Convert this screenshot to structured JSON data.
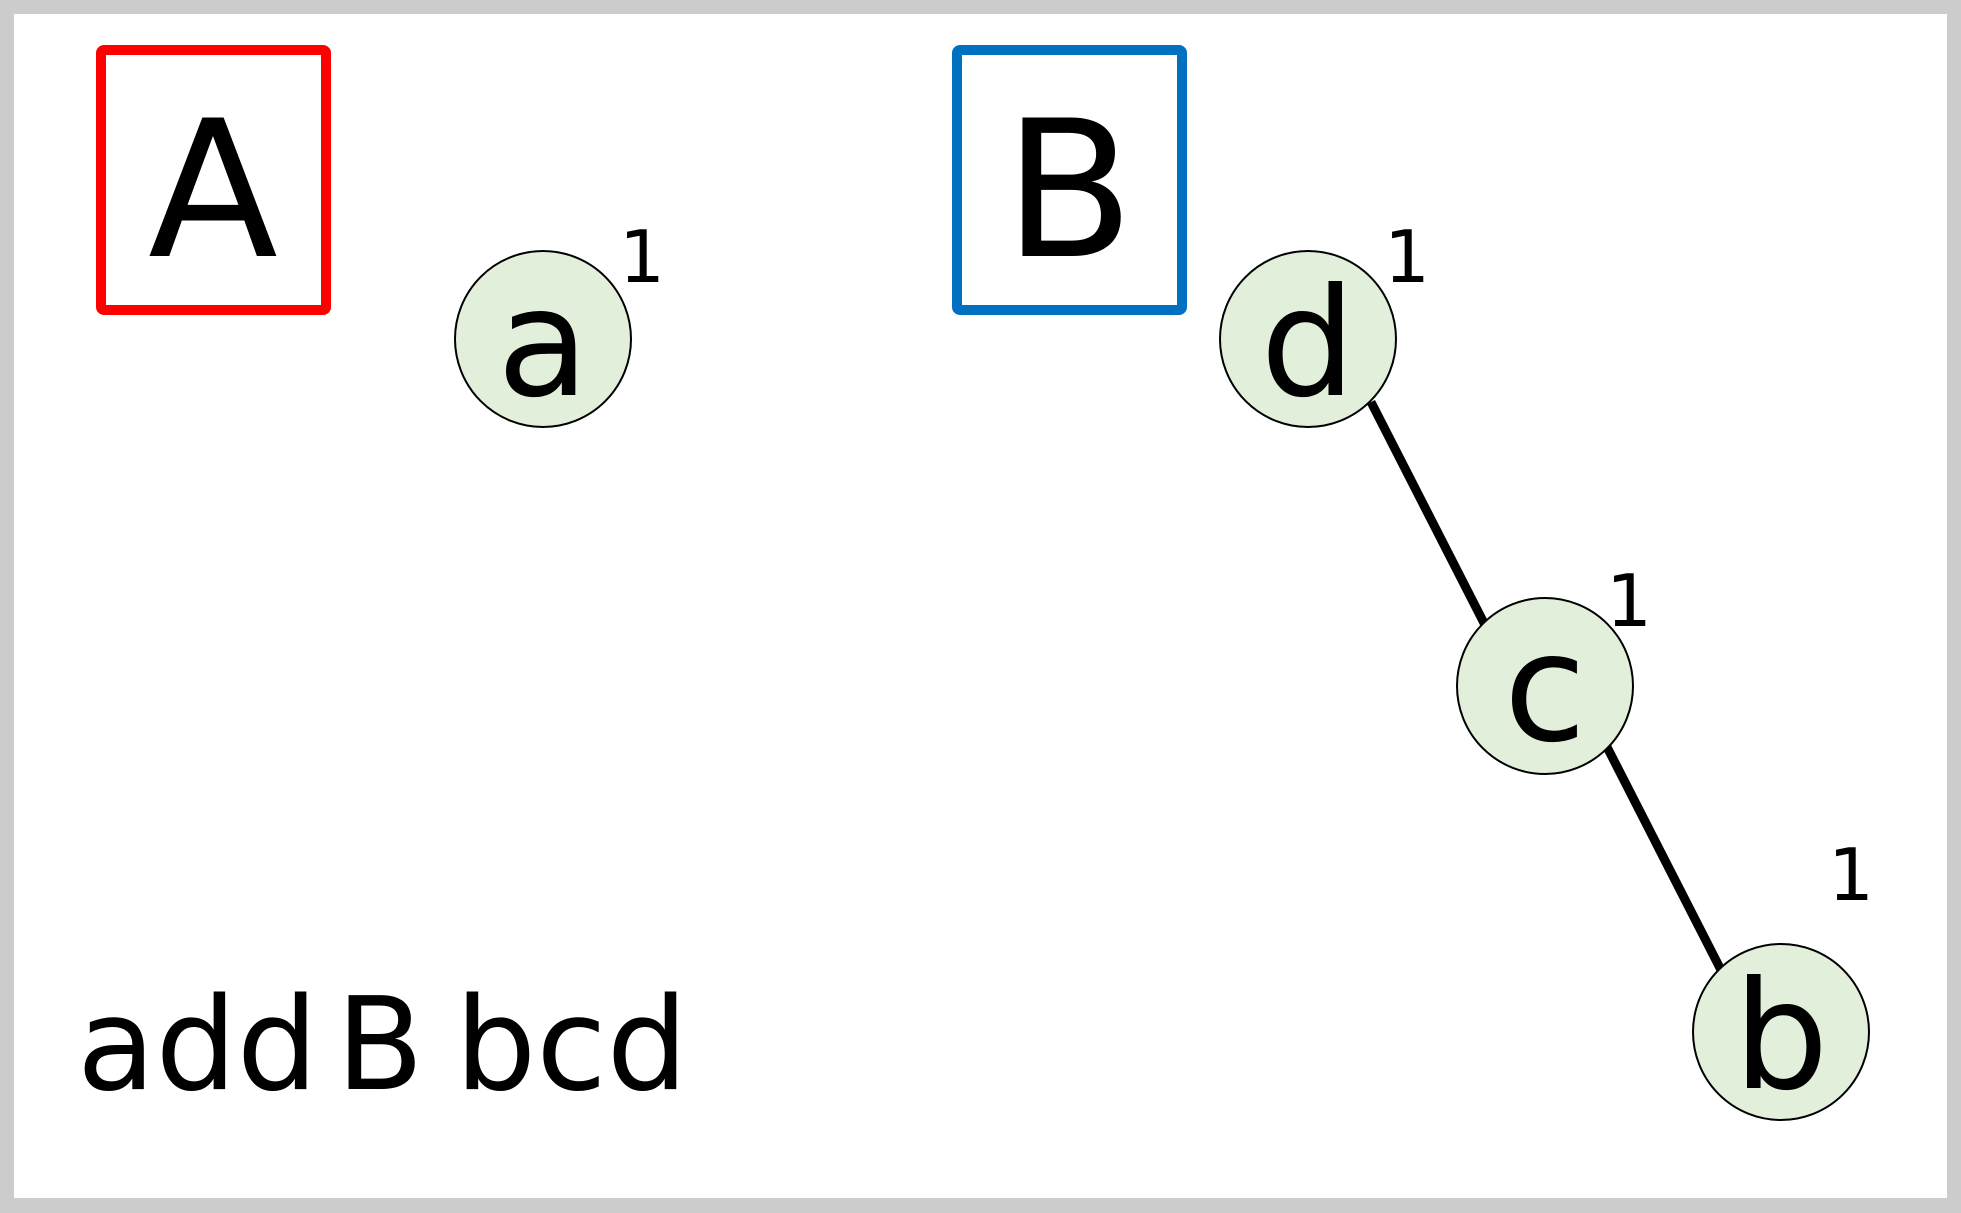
{
  "colors": {
    "frame": "#cccccc",
    "background": "#ffffff",
    "box_a": "#ff0000",
    "box_b": "#0070c0",
    "node_fill": "#e2efda",
    "node_stroke": "#000000",
    "edge": "#000000",
    "text": "#000000"
  },
  "box_a": {
    "label": "A"
  },
  "box_b": {
    "label": "B"
  },
  "tree_a": {
    "nodes": [
      {
        "label": "a",
        "count": "1"
      }
    ]
  },
  "tree_b": {
    "nodes": [
      {
        "label": "d",
        "count": "1"
      },
      {
        "label": "c",
        "count": "1"
      },
      {
        "label": "b",
        "count": "1"
      }
    ],
    "edges": [
      [
        "d",
        "c"
      ],
      [
        "c",
        "b"
      ]
    ]
  },
  "caption": {
    "part1": "add",
    "part2": "B",
    "part3": "bcd"
  }
}
